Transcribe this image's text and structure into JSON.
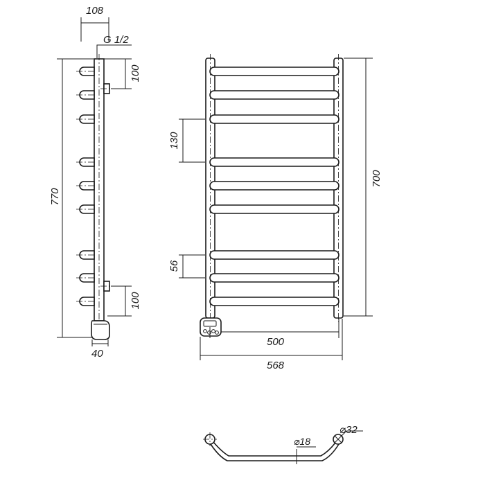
{
  "side_view": {
    "dim_width_top": "108",
    "dim_thread": "G 1/2",
    "dim_height_total": "770",
    "dim_conn_top": "100",
    "dim_conn_bottom": "100",
    "dim_heater": "40"
  },
  "front_view": {
    "dim_height": "700",
    "dim_spacing_large": "130",
    "dim_spacing_small": "56",
    "dim_center_width": "500",
    "dim_total_width": "568"
  },
  "top_view": {
    "dim_bar_diameter": "⌀18",
    "dim_post_diameter": "⌀32"
  },
  "colors": {
    "line": "#1a1a1a",
    "background": "#ffffff"
  }
}
